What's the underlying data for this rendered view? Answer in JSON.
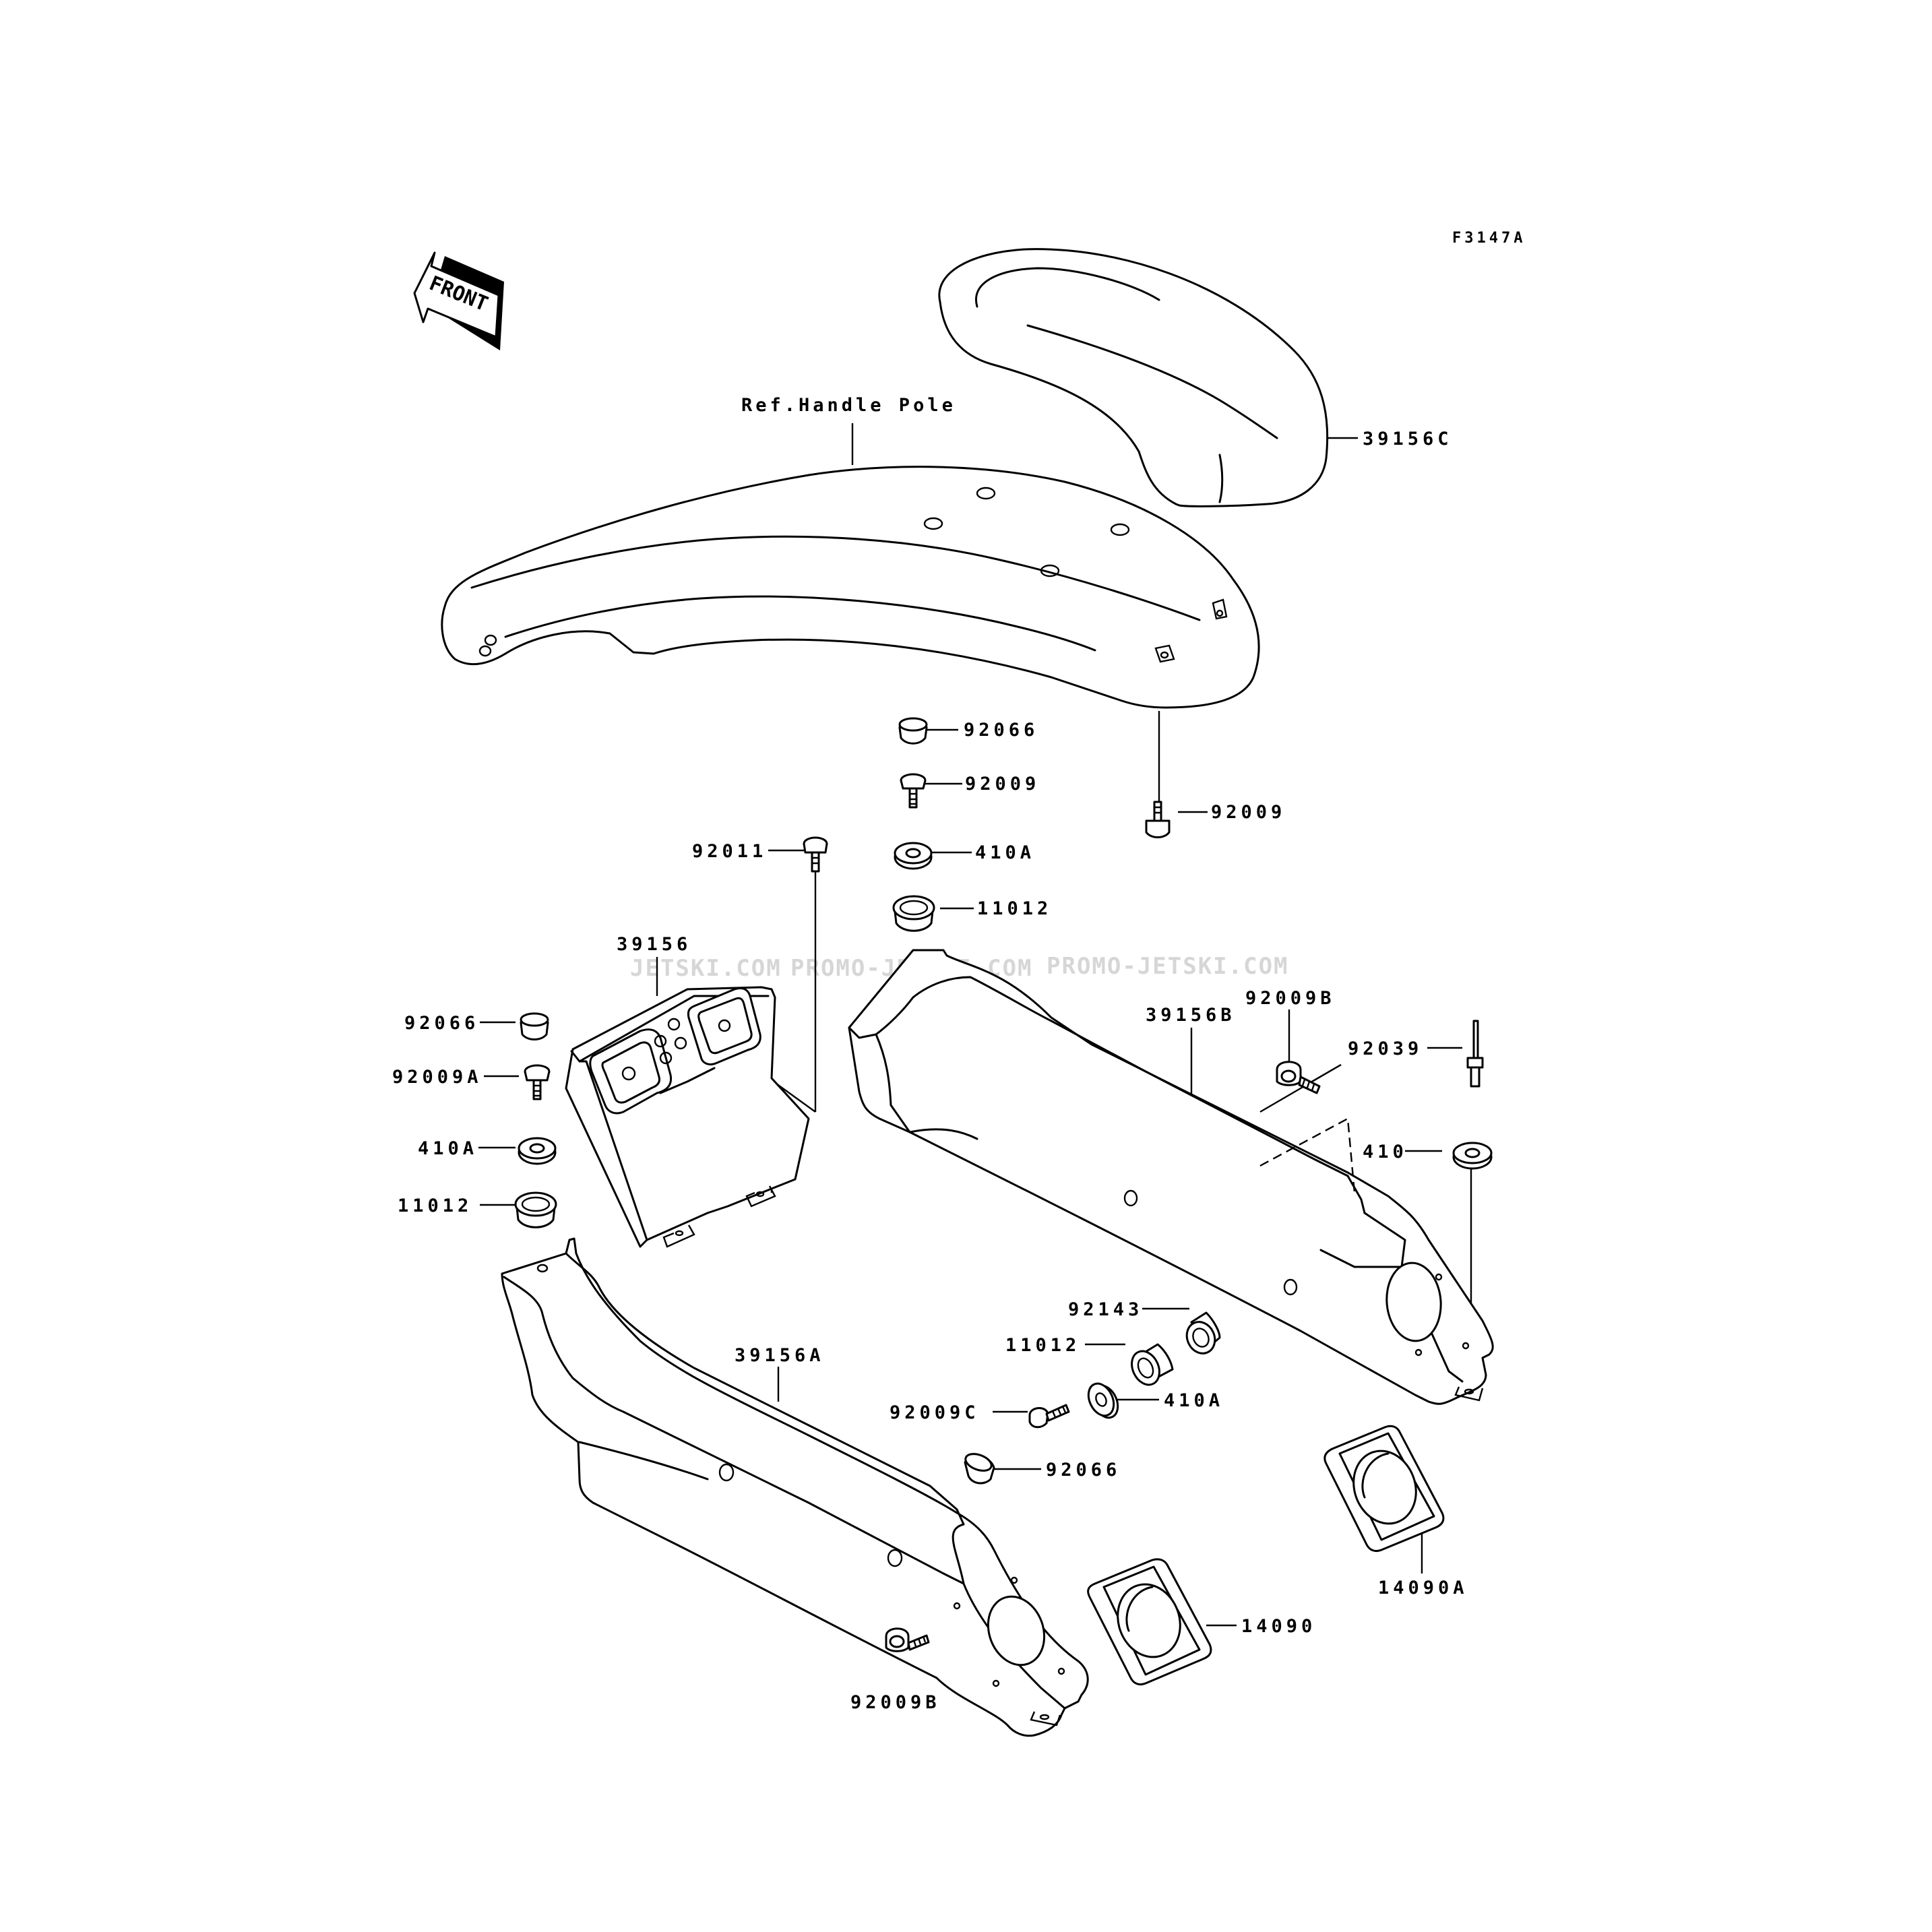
{
  "figure_code": "F3147A",
  "front_arrow_label": "FRONT",
  "reference_note": "Ref.Handle Pole",
  "watermarks": [
    "JETSKI.COM",
    "PROMO-JETSKI.COM",
    "PROMO-JETSKI.COM"
  ],
  "callouts": [
    "39156C",
    "92066",
    "92009",
    "92009",
    "92011",
    "410A",
    "11012",
    "39156",
    "92066",
    "92009A",
    "410A",
    "11012",
    "92009B",
    "39156B",
    "92039",
    "410",
    "92143",
    "11012",
    "410A",
    "92009C",
    "92066",
    "39156A",
    "14090",
    "14090A",
    "92009B"
  ]
}
